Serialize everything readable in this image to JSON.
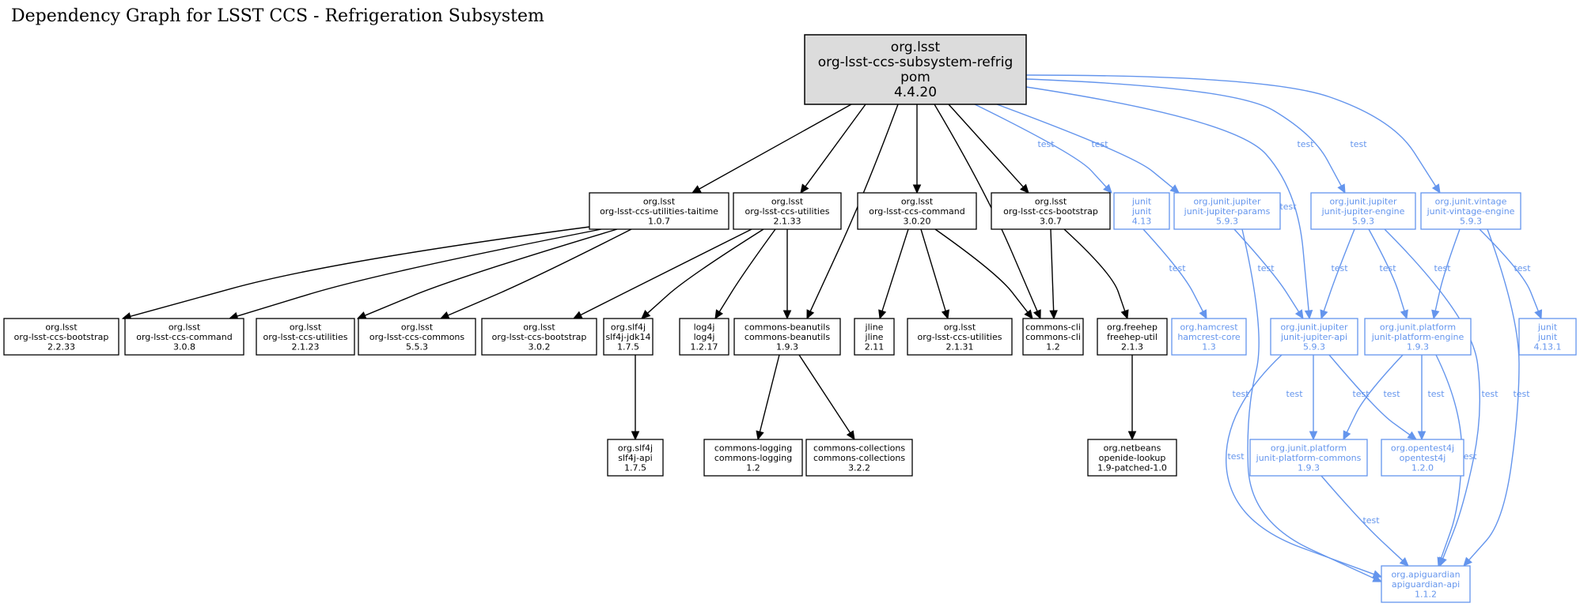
{
  "title": "Dependency Graph for LSST CCS - Refrigeration Subsystem",
  "nodes": [
    {
      "id": "root",
      "lines": [
        "org.lsst",
        "org-lsst-ccs-subsystem-refrig",
        "pom",
        "4.4.20"
      ],
      "style": "root"
    },
    {
      "id": "taitime",
      "lines": [
        "org.lsst",
        "org-lsst-ccs-utilities-taitime",
        "1.0.7"
      ],
      "style": "normal"
    },
    {
      "id": "util2133",
      "lines": [
        "org.lsst",
        "org-lsst-ccs-utilities",
        "2.1.33"
      ],
      "style": "normal"
    },
    {
      "id": "cmd3020",
      "lines": [
        "org.lsst",
        "org-lsst-ccs-command",
        "3.0.20"
      ],
      "style": "normal"
    },
    {
      "id": "boot307",
      "lines": [
        "org.lsst",
        "org-lsst-ccs-bootstrap",
        "3.0.7"
      ],
      "style": "normal"
    },
    {
      "id": "junit413",
      "lines": [
        "junit",
        "junit",
        "4.13"
      ],
      "style": "test"
    },
    {
      "id": "params",
      "lines": [
        "org.junit.jupiter",
        "junit-jupiter-params",
        "5.9.3"
      ],
      "style": "test"
    },
    {
      "id": "jengine",
      "lines": [
        "org.junit.jupiter",
        "junit-jupiter-engine",
        "5.9.3"
      ],
      "style": "test"
    },
    {
      "id": "vintage",
      "lines": [
        "org.junit.vintage",
        "junit-vintage-engine",
        "5.9.3"
      ],
      "style": "test"
    },
    {
      "id": "boot2233",
      "lines": [
        "org.lsst",
        "org-lsst-ccs-bootstrap",
        "2.2.33"
      ],
      "style": "normal"
    },
    {
      "id": "cmd308",
      "lines": [
        "org.lsst",
        "org-lsst-ccs-command",
        "3.0.8"
      ],
      "style": "normal"
    },
    {
      "id": "util2123",
      "lines": [
        "org.lsst",
        "org-lsst-ccs-utilities",
        "2.1.23"
      ],
      "style": "normal"
    },
    {
      "id": "commons553",
      "lines": [
        "org.lsst",
        "org-lsst-ccs-commons",
        "5.5.3"
      ],
      "style": "normal"
    },
    {
      "id": "boot302",
      "lines": [
        "org.lsst",
        "org-lsst-ccs-bootstrap",
        "3.0.2"
      ],
      "style": "normal"
    },
    {
      "id": "jdk14",
      "lines": [
        "org.slf4j",
        "slf4j-jdk14",
        "1.7.5"
      ],
      "style": "normal"
    },
    {
      "id": "log4j",
      "lines": [
        "log4j",
        "log4j",
        "1.2.17"
      ],
      "style": "normal"
    },
    {
      "id": "beanutils",
      "lines": [
        "commons-beanutils",
        "commons-beanutils",
        "1.9.3"
      ],
      "style": "normal"
    },
    {
      "id": "jline",
      "lines": [
        "jline",
        "jline",
        "2.11"
      ],
      "style": "normal"
    },
    {
      "id": "util2131",
      "lines": [
        "org.lsst",
        "org-lsst-ccs-utilities",
        "2.1.31"
      ],
      "style": "normal"
    },
    {
      "id": "cli",
      "lines": [
        "commons-cli",
        "commons-cli",
        "1.2"
      ],
      "style": "normal"
    },
    {
      "id": "freehep",
      "lines": [
        "org.freehep",
        "freehep-util",
        "2.1.3"
      ],
      "style": "normal"
    },
    {
      "id": "hamcrest",
      "lines": [
        "org.hamcrest",
        "hamcrest-core",
        "1.3"
      ],
      "style": "test"
    },
    {
      "id": "japi",
      "lines": [
        "org.junit.jupiter",
        "junit-jupiter-api",
        "5.9.3"
      ],
      "style": "test"
    },
    {
      "id": "pengine",
      "lines": [
        "org.junit.platform",
        "junit-platform-engine",
        "1.9.3"
      ],
      "style": "test"
    },
    {
      "id": "junit4131",
      "lines": [
        "junit",
        "junit",
        "4.13.1"
      ],
      "style": "test"
    },
    {
      "id": "slf4japi",
      "lines": [
        "org.slf4j",
        "slf4j-api",
        "1.7.5"
      ],
      "style": "normal"
    },
    {
      "id": "logging",
      "lines": [
        "commons-logging",
        "commons-logging",
        "1.2"
      ],
      "style": "normal"
    },
    {
      "id": "collections",
      "lines": [
        "commons-collections",
        "commons-collections",
        "3.2.2"
      ],
      "style": "normal"
    },
    {
      "id": "openide",
      "lines": [
        "org.netbeans",
        "openide-lookup",
        "1.9-patched-1.0"
      ],
      "style": "normal"
    },
    {
      "id": "pcommons",
      "lines": [
        "org.junit.platform",
        "junit-platform-commons",
        "1.9.3"
      ],
      "style": "test"
    },
    {
      "id": "opentest4j",
      "lines": [
        "org.opentest4j",
        "opentest4j",
        "1.2.0"
      ],
      "style": "test"
    },
    {
      "id": "apiguardian",
      "lines": [
        "org.apiguardian",
        "apiguardian-api",
        "1.1.2"
      ],
      "style": "test"
    }
  ],
  "edges": [
    {
      "from": "root",
      "to": "taitime"
    },
    {
      "from": "root",
      "to": "util2133"
    },
    {
      "from": "root",
      "to": "beanutils"
    },
    {
      "from": "root",
      "to": "cmd3020"
    },
    {
      "from": "root",
      "to": "cli"
    },
    {
      "from": "root",
      "to": "boot307"
    },
    {
      "from": "root",
      "to": "junit413",
      "label": "test"
    },
    {
      "from": "root",
      "to": "params",
      "label": "test"
    },
    {
      "from": "root",
      "to": "japi",
      "label": "test"
    },
    {
      "from": "root",
      "to": "jengine",
      "label": "test"
    },
    {
      "from": "root",
      "to": "vintage",
      "label": "test"
    },
    {
      "from": "taitime",
      "to": "boot2233"
    },
    {
      "from": "taitime",
      "to": "cmd308"
    },
    {
      "from": "taitime",
      "to": "util2123"
    },
    {
      "from": "taitime",
      "to": "commons553"
    },
    {
      "from": "util2133",
      "to": "boot302"
    },
    {
      "from": "util2133",
      "to": "jdk14"
    },
    {
      "from": "util2133",
      "to": "log4j"
    },
    {
      "from": "util2133",
      "to": "beanutils"
    },
    {
      "from": "cmd3020",
      "to": "jline"
    },
    {
      "from": "cmd3020",
      "to": "util2131"
    },
    {
      "from": "cmd3020",
      "to": "cli"
    },
    {
      "from": "boot307",
      "to": "cli"
    },
    {
      "from": "boot307",
      "to": "freehep"
    },
    {
      "from": "junit413",
      "to": "hamcrest",
      "label": "test"
    },
    {
      "from": "params",
      "to": "japi",
      "label": "test"
    },
    {
      "from": "params",
      "to": "apiguardian",
      "label": "test"
    },
    {
      "from": "jengine",
      "to": "japi",
      "label": "test"
    },
    {
      "from": "jengine",
      "to": "pengine",
      "label": "test"
    },
    {
      "from": "jengine",
      "to": "apiguardian",
      "label": "test"
    },
    {
      "from": "vintage",
      "to": "pengine",
      "label": "test"
    },
    {
      "from": "vintage",
      "to": "junit4131",
      "label": "test"
    },
    {
      "from": "vintage",
      "to": "apiguardian",
      "label": "test"
    },
    {
      "from": "jdk14",
      "to": "slf4japi"
    },
    {
      "from": "beanutils",
      "to": "logging"
    },
    {
      "from": "beanutils",
      "to": "collections"
    },
    {
      "from": "freehep",
      "to": "openide"
    },
    {
      "from": "japi",
      "to": "pcommons",
      "label": "test"
    },
    {
      "from": "japi",
      "to": "opentest4j",
      "label": "test"
    },
    {
      "from": "japi",
      "to": "apiguardian",
      "label": "test"
    },
    {
      "from": "pengine",
      "to": "pcommons",
      "label": "test"
    },
    {
      "from": "pengine",
      "to": "opentest4j",
      "label": "test"
    },
    {
      "from": "pengine",
      "to": "apiguardian",
      "label": "test"
    },
    {
      "from": "pcommons",
      "to": "apiguardian",
      "label": "test"
    }
  ]
}
